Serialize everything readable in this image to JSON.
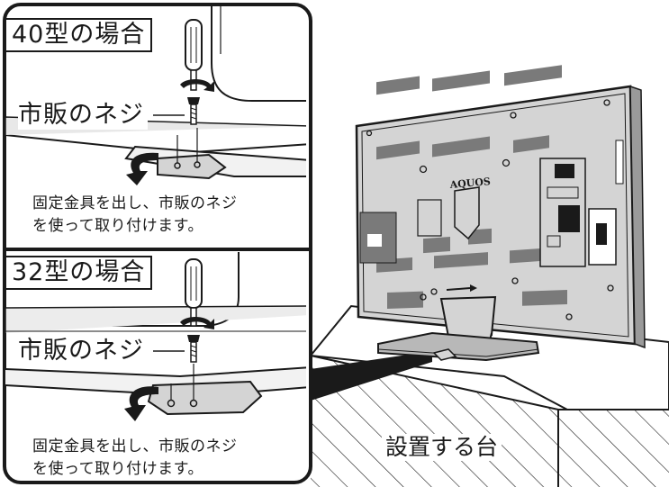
{
  "panels": [
    {
      "id": "top",
      "model_label": "40型の場合",
      "screw_label": "市販のネジ",
      "caption_lines": [
        "固定金具を出し、市販のネジ",
        "を使って取り付けます。"
      ]
    },
    {
      "id": "bottom",
      "model_label": "32型の場合",
      "screw_label": "市販のネジ",
      "caption_lines": [
        "固定金具を出し、市販のネジ",
        "を使って取り付けます。"
      ]
    }
  ],
  "tv": {
    "brand": "AQUOS"
  },
  "stand_label": "設置する台",
  "icons": [
    "screwdriver-icon",
    "rotate-arrow-icon",
    "screw-icon",
    "swing-arrow-icon"
  ],
  "colors": {
    "line": "#1a1a1a",
    "tv_panel": "#d4d4d4",
    "tv_vent": "#7a7a7a",
    "cabinet": "#ffffff"
  }
}
